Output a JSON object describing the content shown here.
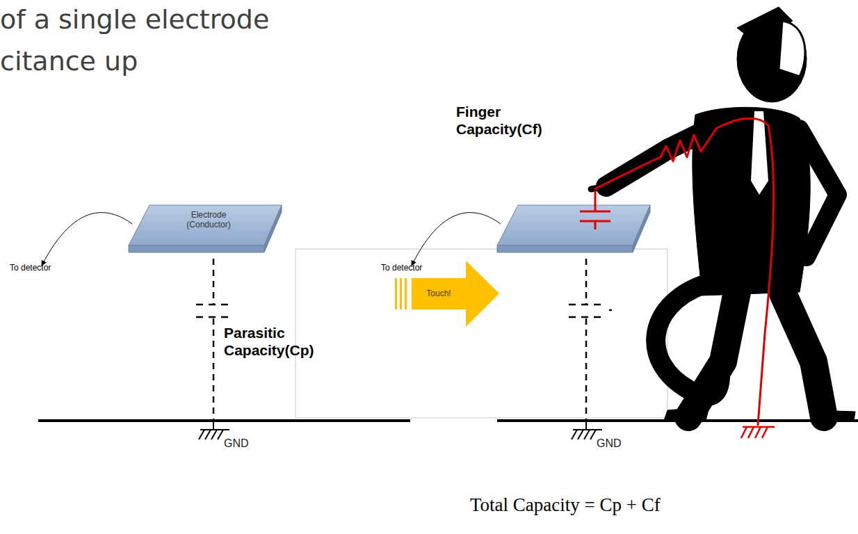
{
  "diagram": {
    "nodes": [
      {
        "text": [
          "Electrode (Conductor)"
        ]
      },
      {
        "text": [
          "Touch!"
        ]
      }
    ],
    "labels": [
      "of a single electrode",
      "citance up",
      "To detector",
      "Parasitic Capacity(Cp)",
      "GND",
      "Finger Capacity(Cf)",
      "To detector",
      "GND",
      "Total Capacity = Cp + Cf"
    ]
  }
}
